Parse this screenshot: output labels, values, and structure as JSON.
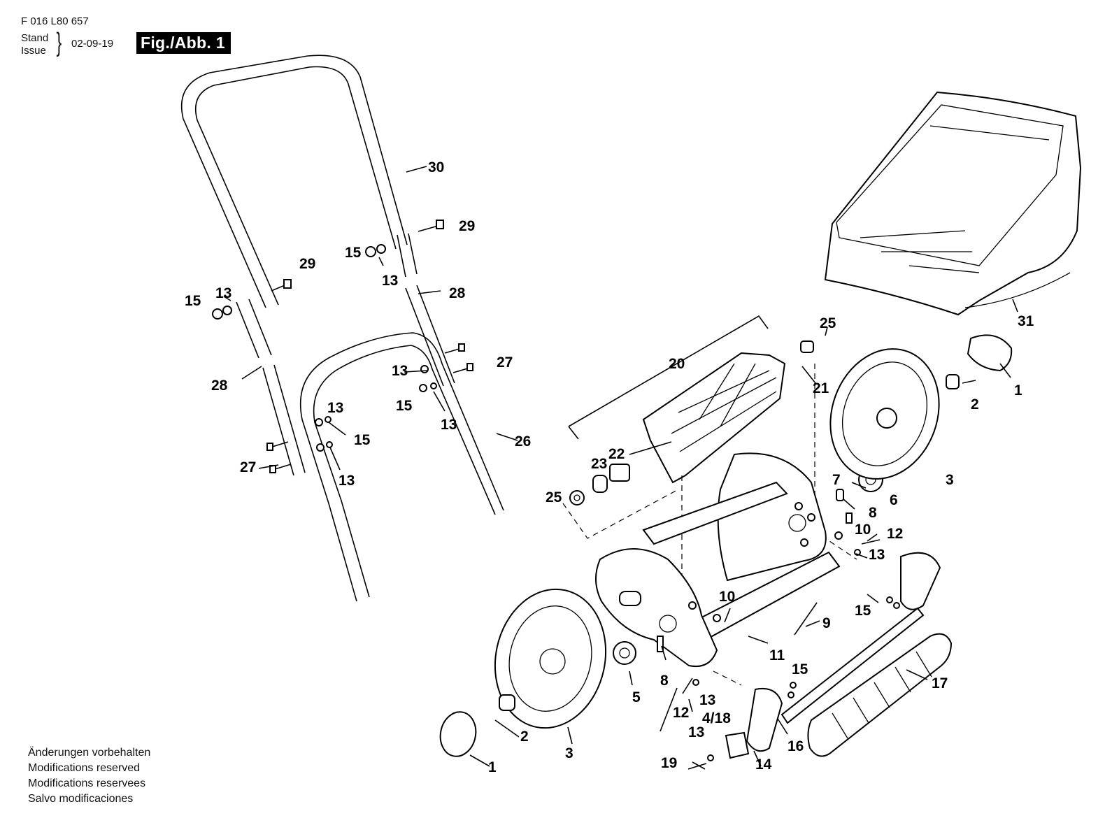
{
  "header": {
    "part_number": "F 016 L80 657",
    "stand_label": "Stand",
    "issue_label": "Issue",
    "date": "02-09-19",
    "figure_label": "Fig./Abb. 1"
  },
  "footer": {
    "notes": [
      "Änderungen vorbehalten",
      "Modifications reserved",
      "Modifications reservees",
      "Salvo modificaciones"
    ]
  },
  "callouts": {
    "c30": "30",
    "c29a": "29",
    "c29b": "29",
    "c15a": "15",
    "c13a": "13",
    "c15b": "15",
    "c13b": "13",
    "c28a": "28",
    "c28b": "28",
    "c27a": "27",
    "c13c": "13",
    "c15c": "15",
    "c13d": "13",
    "c13e": "13",
    "c15d": "15",
    "c13f": "13",
    "c27b": "27",
    "c26": "26",
    "c31": "31",
    "c25a": "25",
    "c20": "20",
    "c21": "21",
    "c2a": "2",
    "c1a": "1",
    "c22": "22",
    "c23": "23",
    "c25b": "25",
    "c3a": "3",
    "c7": "7",
    "c6": "6",
    "c8a": "8",
    "c10a": "10",
    "c12a": "12",
    "c13g": "13",
    "c15e": "15",
    "c10b": "10",
    "c9": "9",
    "c11": "11",
    "c17": "17",
    "c15f": "15",
    "c8b": "8",
    "c5": "5",
    "c12b": "12",
    "c13h": "13",
    "c418": "4/18",
    "c13i": "13",
    "c14": "14",
    "c16": "16",
    "c19": "19",
    "c2b": "2",
    "c3b": "3",
    "c1b": "1"
  }
}
